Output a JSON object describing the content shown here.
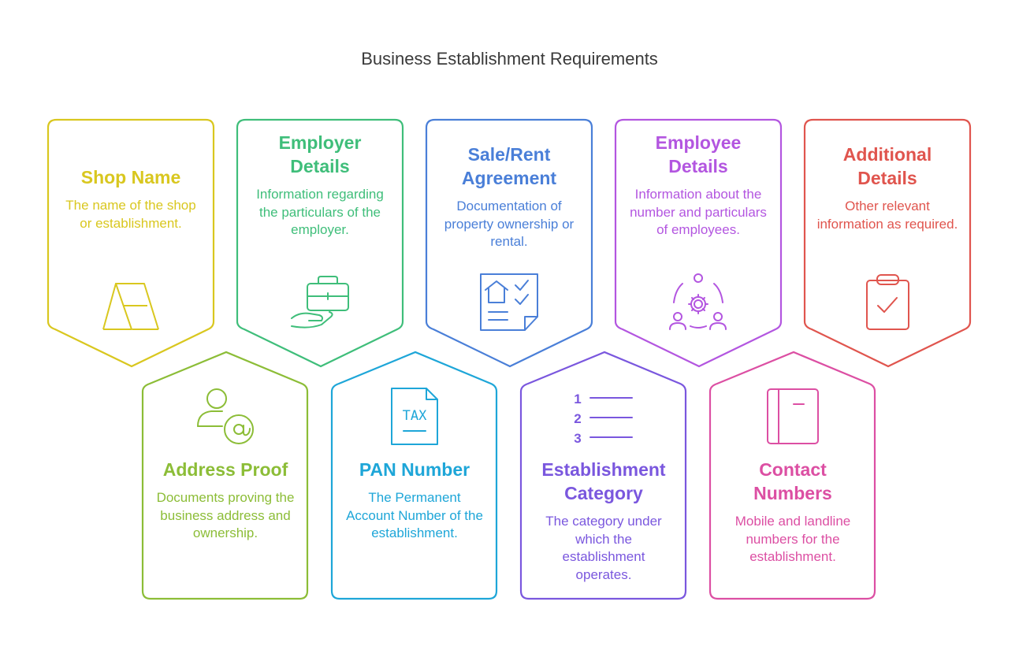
{
  "title": "Business Establishment Requirements",
  "cards": [
    {
      "title": "Shop Name",
      "desc": "The name of the shop or establishment.",
      "icon": "sandwich-board-icon",
      "color": "#d9c71f"
    },
    {
      "title": "Employer Details",
      "desc": "Information regarding the particulars of the employer.",
      "icon": "briefcase-hand-icon",
      "color": "#3fbe7a"
    },
    {
      "title": "Sale/Rent Agreement",
      "desc": "Documentation of property ownership or rental.",
      "icon": "property-document-icon",
      "color": "#4a7fd8"
    },
    {
      "title": "Employee Details",
      "desc": "Information about the number and particulars of employees.",
      "icon": "team-gear-icon",
      "color": "#b356e0"
    },
    {
      "title": "Additional Details",
      "desc": "Other relevant information as required.",
      "icon": "clipboard-check-icon",
      "color": "#e0554e"
    },
    {
      "title": "Address Proof",
      "desc": "Documents proving the business address and ownership.",
      "icon": "user-at-icon",
      "color": "#8cbd37"
    },
    {
      "title": "PAN Number",
      "desc": "The Permanent Account Number of the establishment.",
      "icon": "tax-document-icon",
      "color": "#1ea6d8"
    },
    {
      "title": "Establishment Category",
      "desc": "The category under which the establishment operates.",
      "icon": "numbered-list-icon",
      "color": "#7a57de"
    },
    {
      "title": "Contact Numbers",
      "desc": "Mobile and landline numbers for the establishment.",
      "icon": "contact-book-icon",
      "color": "#dc4fa3"
    }
  ],
  "icon_text": {
    "tax_label": "TAX",
    "list_numbers": [
      "1",
      "2",
      "3"
    ]
  }
}
